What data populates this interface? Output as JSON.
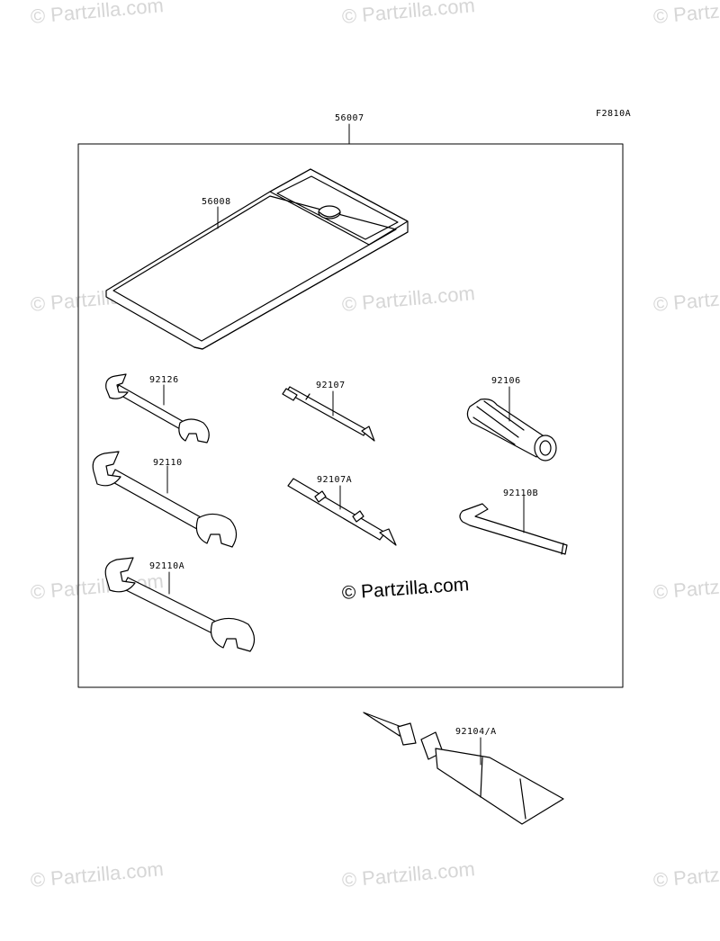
{
  "diagram": {
    "figure_code": "F2810A",
    "watermark_text": "© Partzilla.com",
    "center_watermark": "© Partzilla.com",
    "parts": [
      {
        "id": "kit",
        "number": "56007"
      },
      {
        "id": "tool-bag",
        "number": "56008"
      },
      {
        "id": "wrench-small",
        "number": "92126"
      },
      {
        "id": "screwdriver-bit",
        "number": "92107"
      },
      {
        "id": "socket-tool",
        "number": "92106"
      },
      {
        "id": "wrench-medium",
        "number": "92110"
      },
      {
        "id": "screwdriver-handle",
        "number": "92107A"
      },
      {
        "id": "hex-key",
        "number": "92110B"
      },
      {
        "id": "wrench-large",
        "number": "92110A"
      },
      {
        "id": "grease-tube",
        "number": "92104/A"
      }
    ]
  }
}
